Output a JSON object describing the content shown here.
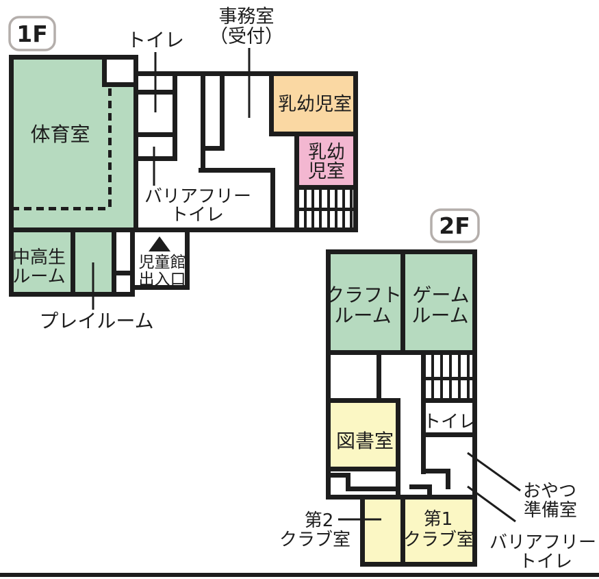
{
  "colors": {
    "green": "#b6dabf",
    "orange": "#fad8a3",
    "pink": "#f3b7d1",
    "yellow": "#fbf7c4",
    "wall": "#1d1d1d",
    "badge_border": "#b4aeab",
    "white": "#ffffff"
  },
  "f1": {
    "badge": "1F",
    "gym": "体育室",
    "toilet": "トイレ",
    "office_line1": "事務室",
    "office_line2": "（受付）",
    "infant_orange": "乳幼児室",
    "infant_pink_line1": "乳幼",
    "infant_pink_line2": "児室",
    "barrier_line1": "バリアフリー",
    "barrier_line2": "トイレ",
    "teen_line1": "中高生",
    "teen_line2": "ルーム",
    "entrance_line1": "児童館",
    "entrance_line2": "出入口",
    "playroom": "プレイルーム"
  },
  "f2": {
    "badge": "2F",
    "craft_line1": "クラフト",
    "craft_line2": "ルーム",
    "game_line1": "ゲーム",
    "game_line2": "ルーム",
    "library": "図書室",
    "toilet": "トイレ",
    "snack_line1": "おやつ",
    "snack_line2": "準備室",
    "barrier_line1": "バリアフリー",
    "barrier_line2": "トイレ",
    "club1_line1": "第1",
    "club1_line2": "クラブ室",
    "club2_line1": "第2",
    "club2_line2": "クラブ室"
  }
}
